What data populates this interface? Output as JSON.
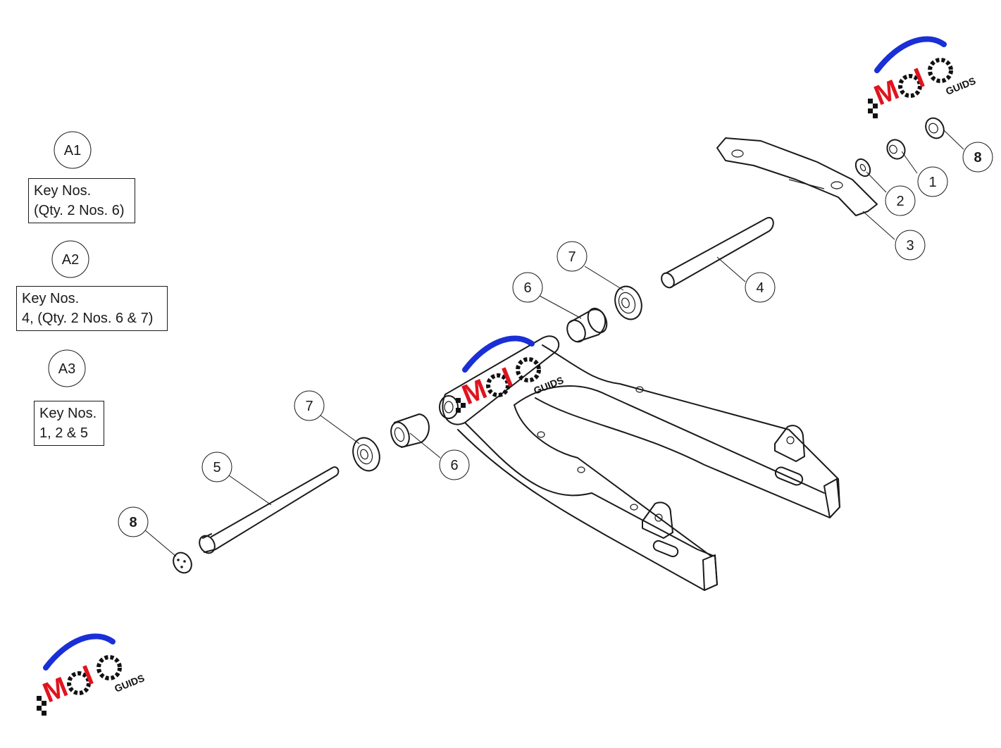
{
  "key_groups": [
    {
      "id": "A1",
      "lines": [
        "Key Nos.",
        "(Qty. 2 Nos. 6)"
      ]
    },
    {
      "id": "A2",
      "lines": [
        "Key Nos.",
        "4, (Qty. 2 Nos. 6 & 7)"
      ]
    },
    {
      "id": "A3",
      "lines": [
        "Key Nos.",
        "1, 2 & 5"
      ]
    }
  ],
  "callouts": {
    "c1": "1",
    "c2": "2",
    "c3": "3",
    "c4": "4",
    "c5": "5",
    "c6_top": "6",
    "c6_bottom": "6",
    "c7_top": "7",
    "c7_bottom": "7",
    "c8_top": "8",
    "c8_bottom": "8"
  },
  "logo": {
    "letters": "MOTO",
    "subtext": "GUIDS",
    "colors": {
      "arc": "#1a2fd6",
      "letters": "#e0141e",
      "gear": "#111111",
      "flag": "#111111"
    }
  }
}
